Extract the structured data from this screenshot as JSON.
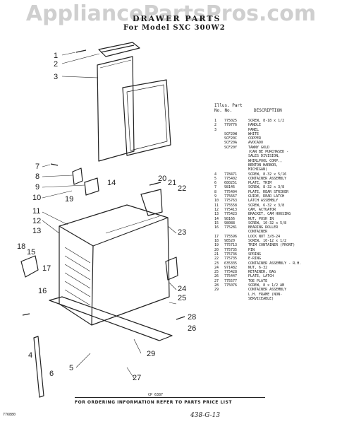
{
  "watermark": "AppliancePartsPros.com",
  "header": {
    "title": "DRAWER PARTS",
    "model": "For Model SXC 300W2"
  },
  "table_head": {
    "col1": "Illus. Part",
    "col2": "No.    No.",
    "col3": "DESCRIPTION"
  },
  "parts": [
    {
      "n": "1",
      "p": "775025",
      "d": "SCREW, 8-18 x 1/2"
    },
    {
      "n": "2",
      "p": "779776",
      "d": "HANDLE"
    },
    {
      "n": "3",
      "p": "",
      "d": "PANEL"
    },
    {
      "n": "",
      "p": "SCF29W",
      "d": "WHITE"
    },
    {
      "n": "",
      "p": "SCF20C",
      "d": "COPPER"
    },
    {
      "n": "",
      "p": "SCF20A",
      "d": "AVOCADO"
    },
    {
      "n": "",
      "p": "SCF20Y",
      "d": "TAWNY GOLD"
    },
    {
      "n": "",
      "p": "",
      "d": "(CAN BE PURCHASED -"
    },
    {
      "n": "",
      "p": "",
      "d": "SALES DIVISION,"
    },
    {
      "n": "",
      "p": "",
      "d": "WHIRLPOOL CORP.,"
    },
    {
      "n": "",
      "p": "",
      "d": "BENTON HARBOR,"
    },
    {
      "n": "",
      "p": "",
      "d": "MICHIGAN)"
    },
    {
      "n": "4",
      "p": "778471",
      "d": "SCREW, 8-32 x 5/16"
    },
    {
      "n": "5",
      "p": "775402",
      "d": "CONTAINER ASSEMBLY"
    },
    {
      "n": "6",
      "p": "680251",
      "d": "PLATE, TRIM"
    },
    {
      "n": "7",
      "p": "98146",
      "d": "SCREW, 8-32 x 3/8"
    },
    {
      "n": "8",
      "p": "775404",
      "d": "PLATE, REAR STRIKER"
    },
    {
      "n": "9",
      "p": "775667",
      "d": "GUIDE, REAR LATCH"
    },
    {
      "n": "10",
      "p": "775763",
      "d": "LATCH ASSEMBLY"
    },
    {
      "n": "11",
      "p": "775558",
      "d": "SCREW, 6-32 x 3/8"
    },
    {
      "n": "12",
      "p": "775413",
      "d": "CAM, ACTUATOR"
    },
    {
      "n": "13",
      "p": "775423",
      "d": "BRACKET, CAM HOUSING"
    },
    {
      "n": "14",
      "p": "98166",
      "d": "NUT, PUSH IN"
    },
    {
      "n": "15",
      "p": "98088",
      "d": "SCREW, 10-32 x 5/8"
    },
    {
      "n": "16",
      "p": "775281",
      "d": "BEARING ROLLER"
    },
    {
      "n": "",
      "p": "",
      "d": "CONTAINER"
    },
    {
      "n": "17",
      "p": "775596",
      "d": "LOCK NUT 3/8-24"
    },
    {
      "n": "18",
      "p": "98520",
      "d": "SCREW, 10-12 x 1/2"
    },
    {
      "n": "19",
      "p": "775713",
      "d": "TRIM CONTAINER (FRONT)"
    },
    {
      "n": "20",
      "p": "775735",
      "d": "PIN"
    },
    {
      "n": "21",
      "p": "775736",
      "d": "SPRING"
    },
    {
      "n": "22",
      "p": "775735",
      "d": "E-RING"
    },
    {
      "n": "23",
      "p": "635335",
      "d": "CONTAINER ASSEMBLY - R.H."
    },
    {
      "n": "24",
      "p": "971482",
      "d": "NUT, 6-32"
    },
    {
      "n": "25",
      "p": "775428",
      "d": "RETAINER, BAG"
    },
    {
      "n": "26",
      "p": "775447",
      "d": "PLATE, LATCH"
    },
    {
      "n": "27",
      "p": "775577",
      "d": "TOE PLATE"
    },
    {
      "n": "28",
      "p": "775076",
      "d": "SCREW, 8 x 1/2 AB"
    },
    {
      "n": "29",
      "p": "",
      "d": "CONTAINER ASSEMBLY"
    },
    {
      "n": "",
      "p": "",
      "d": "L.H. FRAME (NON-"
    },
    {
      "n": "",
      "p": "",
      "d": "SERVICEABLE)"
    }
  ],
  "callouts": [
    "1",
    "2",
    "3",
    "4",
    "5",
    "6",
    "7",
    "8",
    "9",
    "10",
    "11",
    "12",
    "13",
    "14",
    "15",
    "16",
    "17",
    "18",
    "19",
    "20",
    "21",
    "22",
    "23",
    "24",
    "25",
    "26",
    "27",
    "28",
    "29"
  ],
  "drawing_code": "CP 6387",
  "corner_code": "776880",
  "footer": "FOR ORDERING INFORMATION REFER TO PARTS PRICE LIST",
  "handwritten": "438-G-13"
}
